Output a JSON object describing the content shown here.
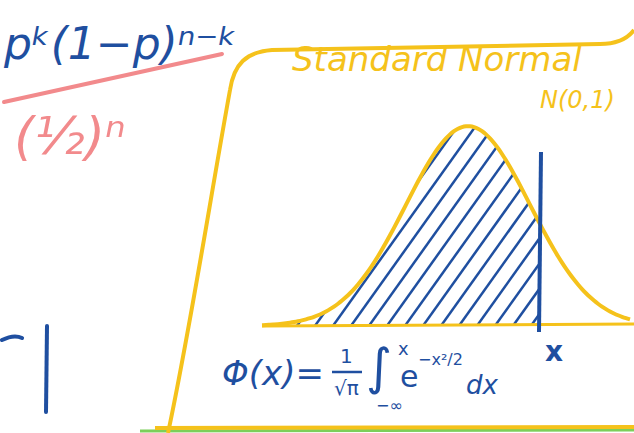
{
  "diagram": {
    "nodes": [
      {
        "text": [
          "Standard Normal",
          "N(0,1)",
          "x",
          "Φ(x)=",
          "1",
          "√π",
          "∫",
          "x",
          "−∞",
          "e",
          "−x²/2",
          "dx"
        ]
      }
    ],
    "labels": [
      "pᵏ(1−p)ⁿ⁻ᵏ",
      "(½)ⁿ"
    ]
  }
}
